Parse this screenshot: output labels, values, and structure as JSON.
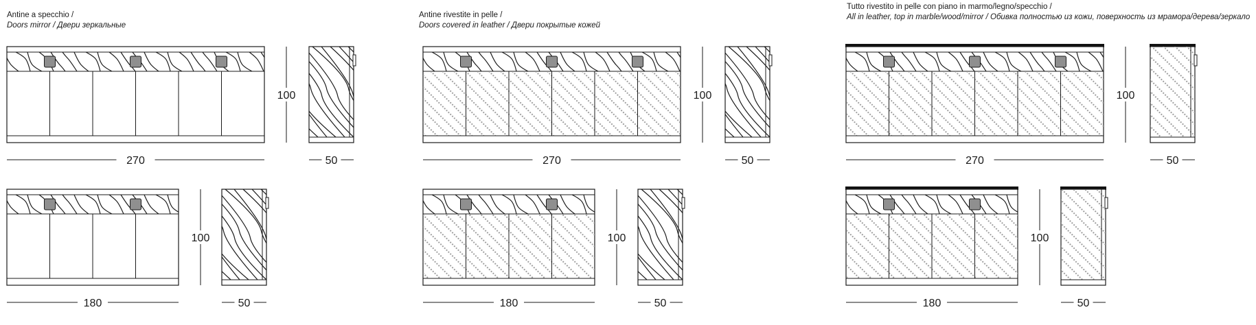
{
  "columns": [
    {
      "id": "mirror",
      "title_it": "Antine a specchio /",
      "title_sub": "Doors mirror / Двери зеркальные",
      "style": "mirror",
      "top_slab": false,
      "rows": [
        {
          "doors": 6,
          "width": "270",
          "height": "100",
          "depth": "50"
        },
        {
          "doors": 4,
          "width": "180",
          "height": "100",
          "depth": "50"
        }
      ]
    },
    {
      "id": "leather-doors",
      "title_it": "Antine rivestite in pelle /",
      "title_sub": "Doors covered in leather / Двери покрытые кожей",
      "style": "leather",
      "top_slab": false,
      "rows": [
        {
          "doors": 6,
          "width": "270",
          "height": "100",
          "depth": "50"
        },
        {
          "doors": 4,
          "width": "180",
          "height": "100",
          "depth": "50"
        }
      ]
    },
    {
      "id": "all-leather",
      "title_it": "Tutto rivestito in pelle con piano in marmo/legno/specchio /",
      "title_sub": "All in leather, top in marble/wood/mirror / Обивка полностью из кожи, поверхность из мрамора/дерева/зеркало",
      "style": "leather",
      "top_slab": true,
      "rows": [
        {
          "doors": 6,
          "width": "270",
          "height": "100",
          "depth": "50"
        },
        {
          "doors": 4,
          "width": "180",
          "height": "100",
          "depth": "50"
        }
      ]
    }
  ],
  "colors": {
    "line": "#1a1a1a",
    "handle_fill": "#8f8f8f",
    "dot": "#9a9a9a",
    "slab": "#111111"
  }
}
